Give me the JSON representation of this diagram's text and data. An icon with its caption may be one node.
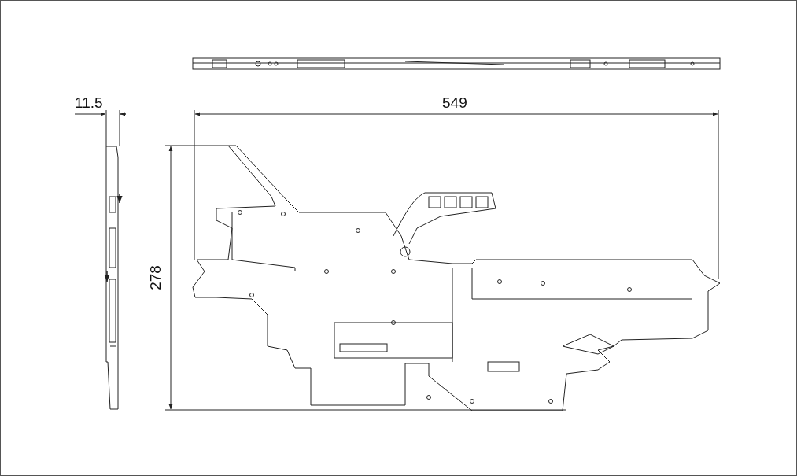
{
  "diagram": {
    "labels": [
      "11.5",
      "549",
      "278"
    ]
  }
}
